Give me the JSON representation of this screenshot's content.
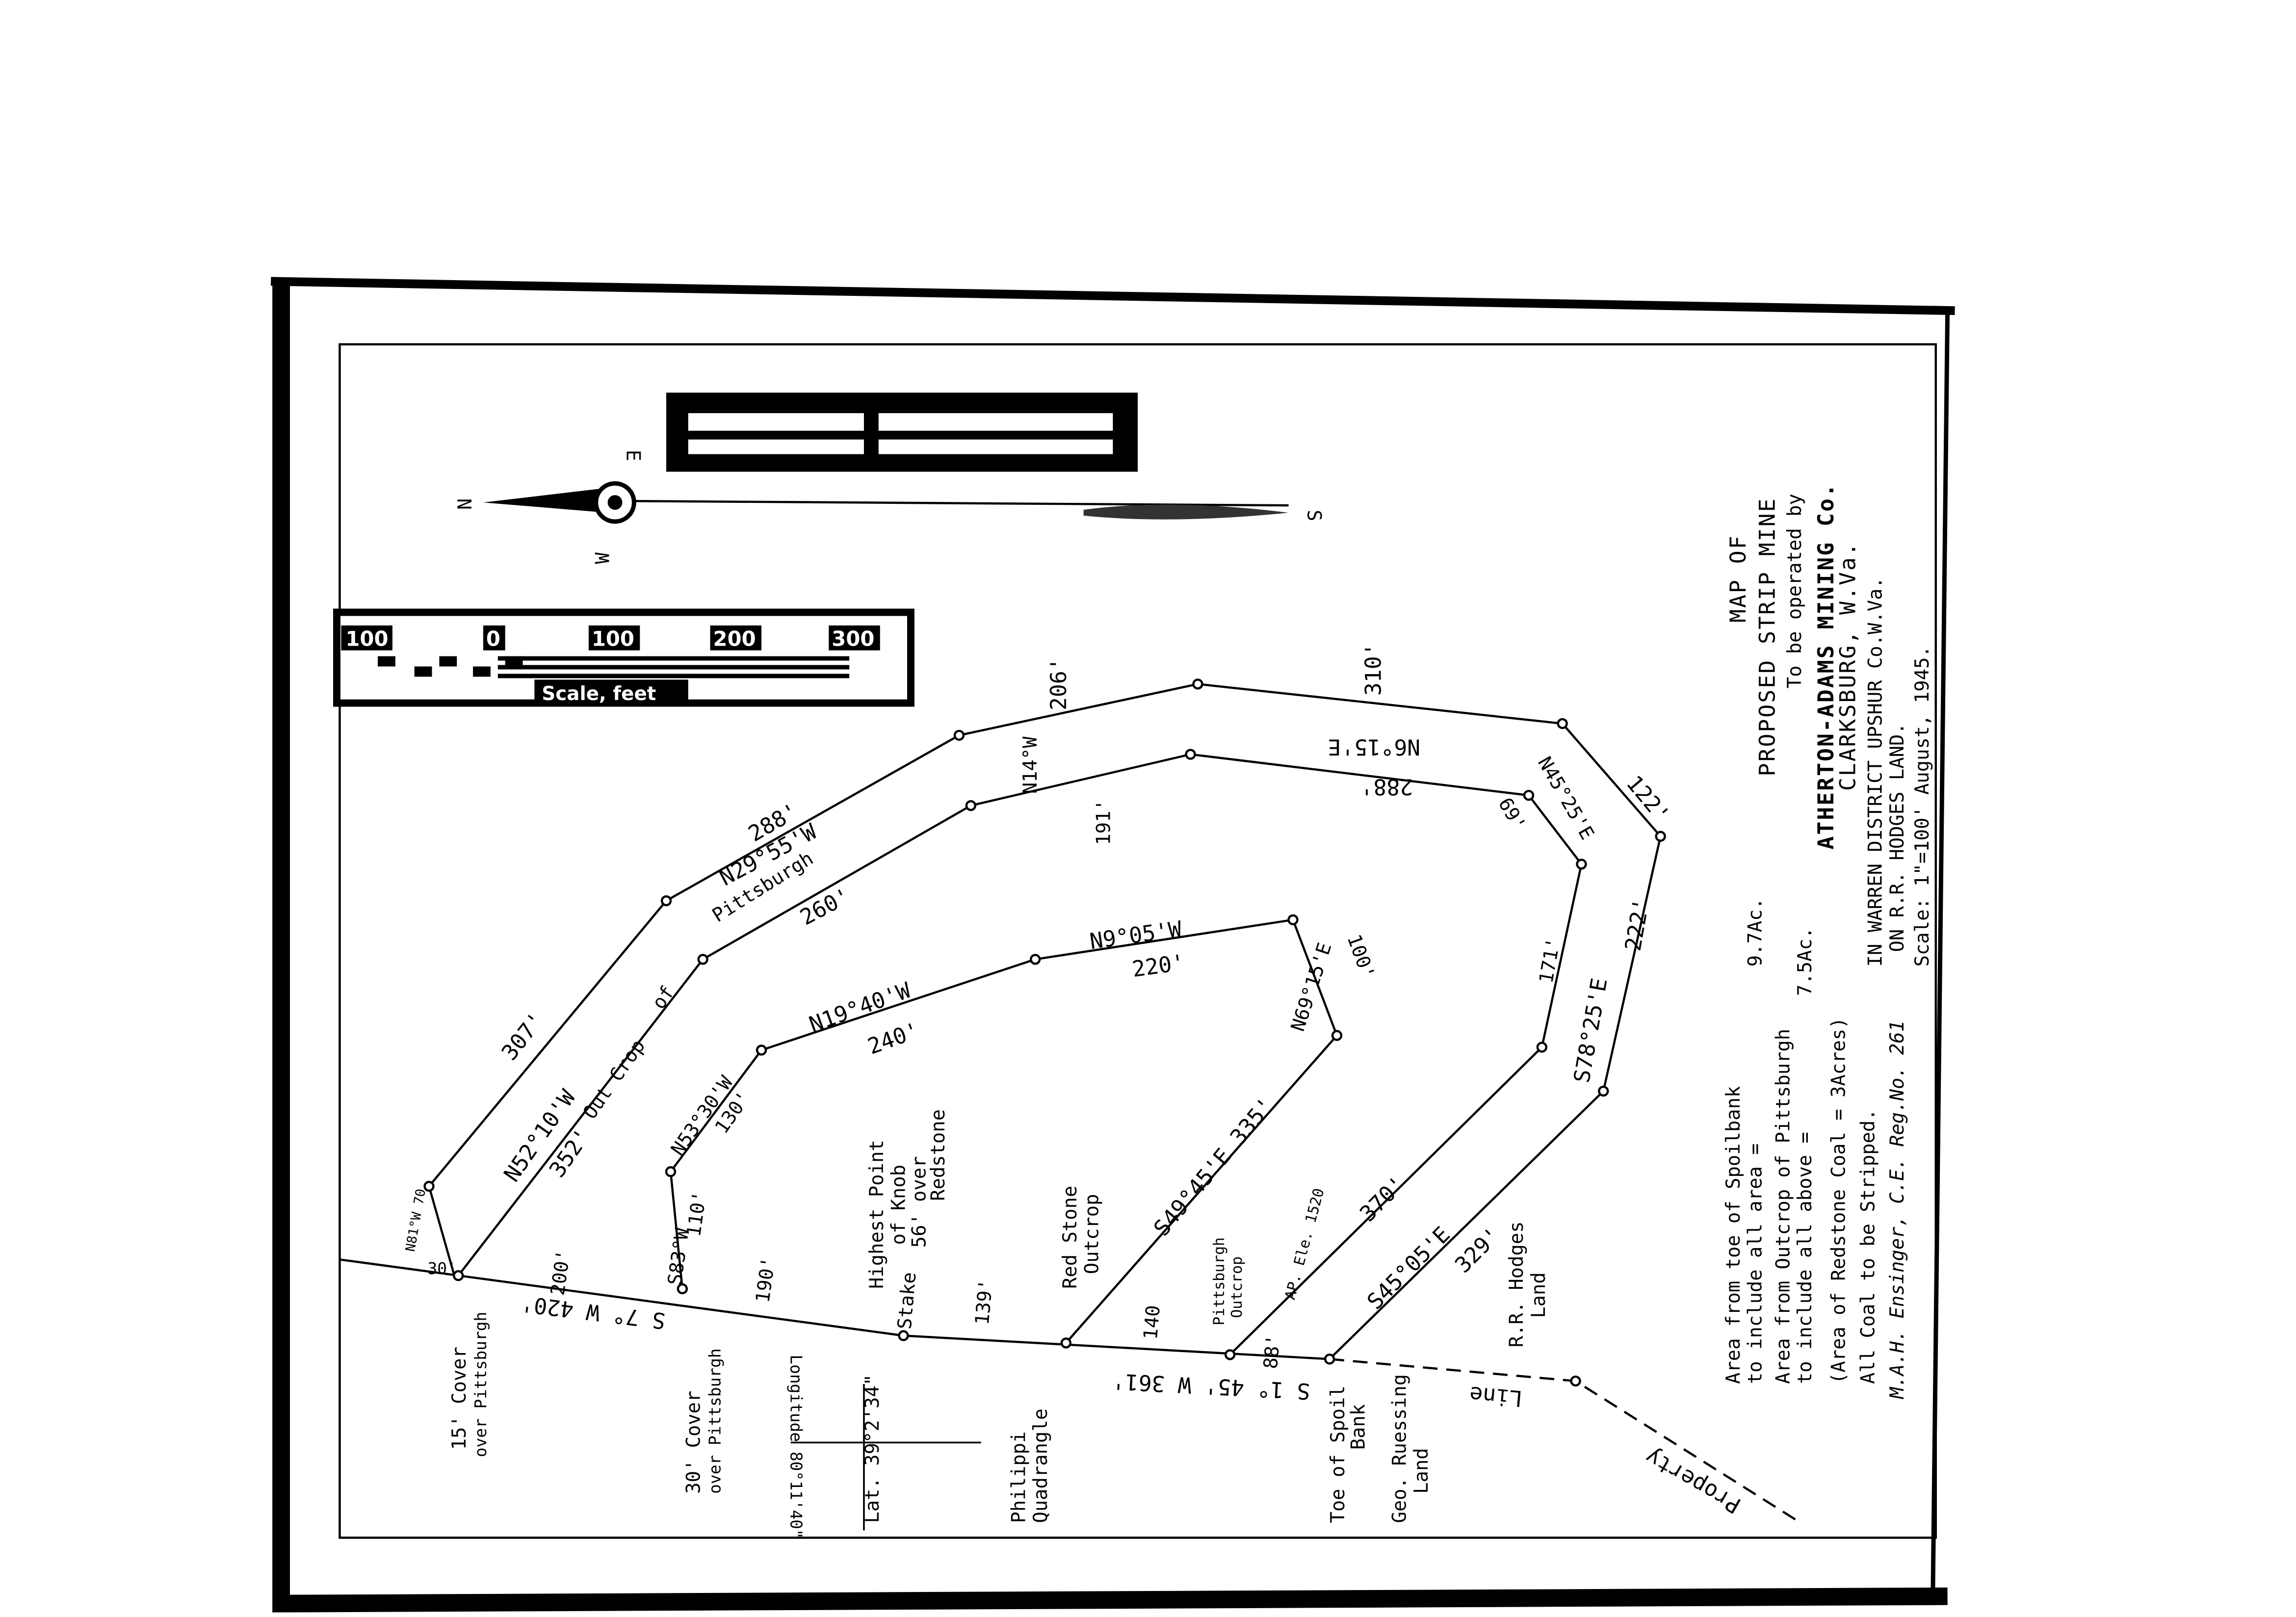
{
  "compass": {
    "north": "N",
    "south": "S",
    "east": "E",
    "west": "W"
  },
  "scale_bar": {
    "ticks": [
      "100",
      "0",
      "100",
      "200",
      "300"
    ],
    "label": "Scale, feet"
  },
  "title_block": {
    "line1": "MAP OF",
    "line2": "PROPOSED STRIP MINE",
    "line3": "To be operated by",
    "line4": "ATHERTON-ADAMS MINING Co.",
    "line5": "CLARKSBURG, W.Va.",
    "line6": "IN WARREN DISTRICT UPSHUR Co.W.Va.",
    "line7": "ON R.R. HODGES LAND.",
    "line8": "Scale: 1\"=100'  August, 1945."
  },
  "notes": {
    "n1a": "Area from toe of Spoilbank",
    "n1b": "to include all area =",
    "n1v": "9.7Ac.",
    "n2a": "Area from Outcrop of Pittsburgh",
    "n2b": "to include all above =",
    "n2v": "7.5Ac.",
    "n3": "(Area of Redstone Coal = 3Acres)",
    "n4": "All Coal to be Stripped.",
    "signature": "M.A.H. Ensinger, C.E. Reg.No. 261"
  },
  "labels": {
    "l307": "307'",
    "l288a": "288'",
    "l206": "206'",
    "l310": "310'",
    "l122": "122'",
    "l222": "222'",
    "l329": "329'",
    "n52": "N52°10'W",
    "outcrop": "Out Crop",
    "of": "of",
    "pittsburgh": "Pittsburgh",
    "l352": "352'",
    "n29": "N29°55'W",
    "l260": "260'",
    "n14": "N14°W",
    "l191": "191'",
    "n6": "N6°15'E",
    "l288b": "288'",
    "n45": "N45°25'E",
    "l69": "69'",
    "l171": "171'",
    "s78": "S78°25'E",
    "s45": "S45°05'E",
    "l370": "370'",
    "n81": "N81°W 70",
    "l30": "30'",
    "l200": "200'",
    "s83": "S83°W",
    "l110": "110'",
    "n53": "N53°30'W",
    "l130": "130'",
    "n19": "N19°40'W",
    "l240": "240'",
    "n9": "N9°05'W",
    "l220": "220'",
    "n69": "N69°15'E",
    "l100": "100'",
    "s49": "S49°45'E 335'",
    "highest1": "Highest Point",
    "highest2": "of Knob",
    "highest3": "56' over",
    "highest4": "Redstone",
    "redstone1": "Red Stone",
    "redstone2": "Outcrop",
    "pitts1": "Pittsburgh",
    "pitts2": "Outcrop",
    "pitts3": "AP. Ele. 1520",
    "s7": "S 7° W 420'",
    "l190": "190'",
    "stake": "Stake",
    "l139": "139'",
    "l140": "140",
    "l88": "88'",
    "s1": "S 1° 45' W 361'",
    "line": "Line",
    "property": "Property",
    "cover15a": "15' Cover",
    "cover15b": "over Pittsburgh",
    "cover30a": "30' Cover",
    "cover30b": "over Pittsburgh",
    "lat": "Lat. 39°2'34\"",
    "lon": "Longitude 80°11'40\"",
    "philippi1": "Philippi",
    "philippi2": "Quadrangle",
    "toe1": "Toe of Spoil",
    "toe2": "Bank",
    "geo1": "Geo. Ruessing",
    "geo2": "Land",
    "hodges1": "R.R. Hodges",
    "hodges2": "Land"
  }
}
